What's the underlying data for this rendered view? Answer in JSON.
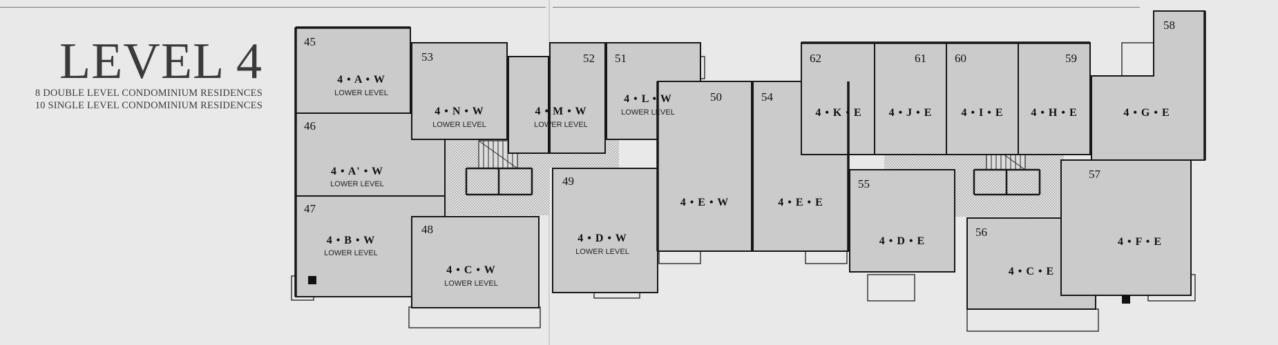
{
  "title": "LEVEL 4",
  "subtitle": [
    "8 DOUBLE LEVEL CONDOMINIUM RESIDENCES",
    "10 SINGLE LEVEL CONDOMINIUM RESIDENCES"
  ],
  "units": [
    {
      "id": "45",
      "code": "4 • A • W",
      "sub": "LOWER LEVEL"
    },
    {
      "id": "46",
      "code": "4 • A' • W",
      "sub": "LOWER LEVEL"
    },
    {
      "id": "47",
      "code": "4 • B • W",
      "sub": "LOWER LEVEL"
    },
    {
      "id": "48",
      "code": "4 • C • W",
      "sub": "LOWER LEVEL"
    },
    {
      "id": "49",
      "code": "4 • D • W",
      "sub": "LOWER LEVEL"
    },
    {
      "id": "53",
      "code": "4 • N • W",
      "sub": "LOWER LEVEL"
    },
    {
      "id": "52",
      "code": "4 • M • W",
      "sub": "LOWER LEVEL"
    },
    {
      "id": "51",
      "code": "4 • L • W",
      "sub": "LOWER LEVEL"
    },
    {
      "id": "50",
      "code": "4 • E • W",
      "sub": ""
    },
    {
      "id": "54",
      "code": "4 • E • E",
      "sub": ""
    },
    {
      "id": "62",
      "code": "4 • K • E",
      "sub": ""
    },
    {
      "id": "61",
      "code": "4 • J • E",
      "sub": ""
    },
    {
      "id": "60",
      "code": "4 • I • E",
      "sub": ""
    },
    {
      "id": "59",
      "code": "4 • H • E",
      "sub": ""
    },
    {
      "id": "58",
      "code": "4 • G • E",
      "sub": ""
    },
    {
      "id": "55",
      "code": "4 • D • E",
      "sub": ""
    },
    {
      "id": "56",
      "code": "4 • C • E",
      "sub": ""
    },
    {
      "id": "57",
      "code": "4 • F • E",
      "sub": ""
    }
  ]
}
